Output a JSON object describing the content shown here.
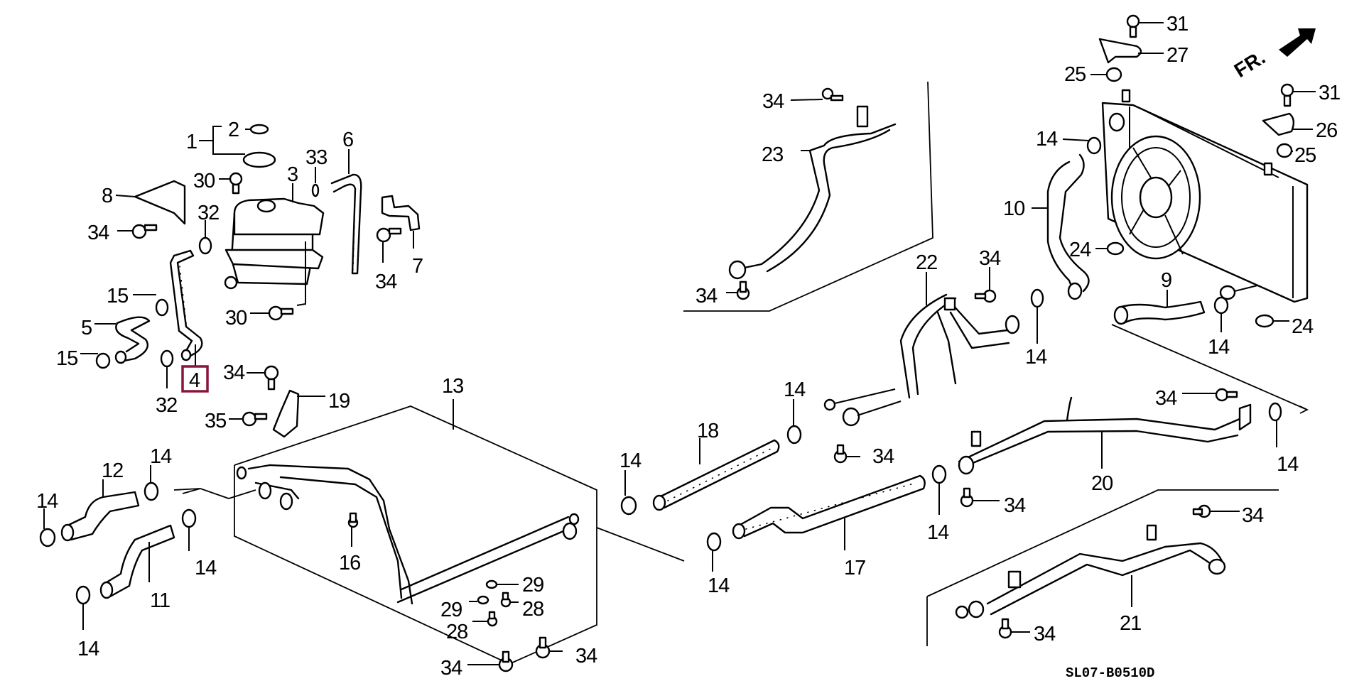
{
  "diagram": {
    "code": "SL07-B0510D",
    "front_indicator": "FR.",
    "highlight_color": "#8b1538",
    "highlighted_part": "4",
    "callouts": [
      {
        "id": "c-31a",
        "label": "31"
      },
      {
        "id": "c-27",
        "label": "27"
      },
      {
        "id": "c-25a",
        "label": "25"
      },
      {
        "id": "c-31b",
        "label": "31"
      },
      {
        "id": "c-26",
        "label": "26"
      },
      {
        "id": "c-25b",
        "label": "25"
      },
      {
        "id": "c-34a",
        "label": "34"
      },
      {
        "id": "c-23",
        "label": "23"
      },
      {
        "id": "c-14a",
        "label": "14"
      },
      {
        "id": "c-10",
        "label": "10"
      },
      {
        "id": "c-24a",
        "label": "24"
      },
      {
        "id": "c-9",
        "label": "9"
      },
      {
        "id": "c-24b",
        "label": "24"
      },
      {
        "id": "c-14b",
        "label": "14"
      },
      {
        "id": "c-22",
        "label": "22"
      },
      {
        "id": "c-34b",
        "label": "34"
      },
      {
        "id": "c-34c",
        "label": "34"
      },
      {
        "id": "c-14c",
        "label": "14"
      },
      {
        "id": "c-2",
        "label": "2"
      },
      {
        "id": "c-1",
        "label": "1"
      },
      {
        "id": "c-6",
        "label": "6"
      },
      {
        "id": "c-33",
        "label": "33"
      },
      {
        "id": "c-30a",
        "label": "30"
      },
      {
        "id": "c-3",
        "label": "3"
      },
      {
        "id": "c-8",
        "label": "8"
      },
      {
        "id": "c-32a",
        "label": "32"
      },
      {
        "id": "c-34d",
        "label": "34"
      },
      {
        "id": "c-34e",
        "label": "34"
      },
      {
        "id": "c-7",
        "label": "7"
      },
      {
        "id": "c-15a",
        "label": "15"
      },
      {
        "id": "c-5",
        "label": "5"
      },
      {
        "id": "c-30b",
        "label": "30"
      },
      {
        "id": "c-15b",
        "label": "15"
      },
      {
        "id": "c-32b",
        "label": "32"
      },
      {
        "id": "c-4",
        "label": "4"
      },
      {
        "id": "c-34f",
        "label": "34"
      },
      {
        "id": "c-19",
        "label": "19"
      },
      {
        "id": "c-35",
        "label": "35"
      },
      {
        "id": "c-13",
        "label": "13"
      },
      {
        "id": "c-18",
        "label": "18"
      },
      {
        "id": "c-14d",
        "label": "14"
      },
      {
        "id": "c-34g",
        "label": "34"
      },
      {
        "id": "c-34h",
        "label": "34"
      },
      {
        "id": "c-20",
        "label": "20"
      },
      {
        "id": "c-14e",
        "label": "14"
      },
      {
        "id": "c-12",
        "label": "12"
      },
      {
        "id": "c-14f",
        "label": "14"
      },
      {
        "id": "c-14g",
        "label": "14"
      },
      {
        "id": "c-14h",
        "label": "14"
      },
      {
        "id": "c-14i",
        "label": "14"
      },
      {
        "id": "c-11",
        "label": "11"
      },
      {
        "id": "c-14j",
        "label": "14"
      },
      {
        "id": "c-16",
        "label": "16"
      },
      {
        "id": "c-29a",
        "label": "29"
      },
      {
        "id": "c-28a",
        "label": "28"
      },
      {
        "id": "c-29b",
        "label": "29"
      },
      {
        "id": "c-28b",
        "label": "28"
      },
      {
        "id": "c-34i",
        "label": "34"
      },
      {
        "id": "c-34j",
        "label": "34"
      },
      {
        "id": "c-14k",
        "label": "14"
      },
      {
        "id": "c-17",
        "label": "17"
      },
      {
        "id": "c-14l",
        "label": "14"
      },
      {
        "id": "c-34k",
        "label": "34"
      },
      {
        "id": "c-34l",
        "label": "34"
      },
      {
        "id": "c-21",
        "label": "21"
      },
      {
        "id": "c-34m",
        "label": "34"
      }
    ]
  }
}
